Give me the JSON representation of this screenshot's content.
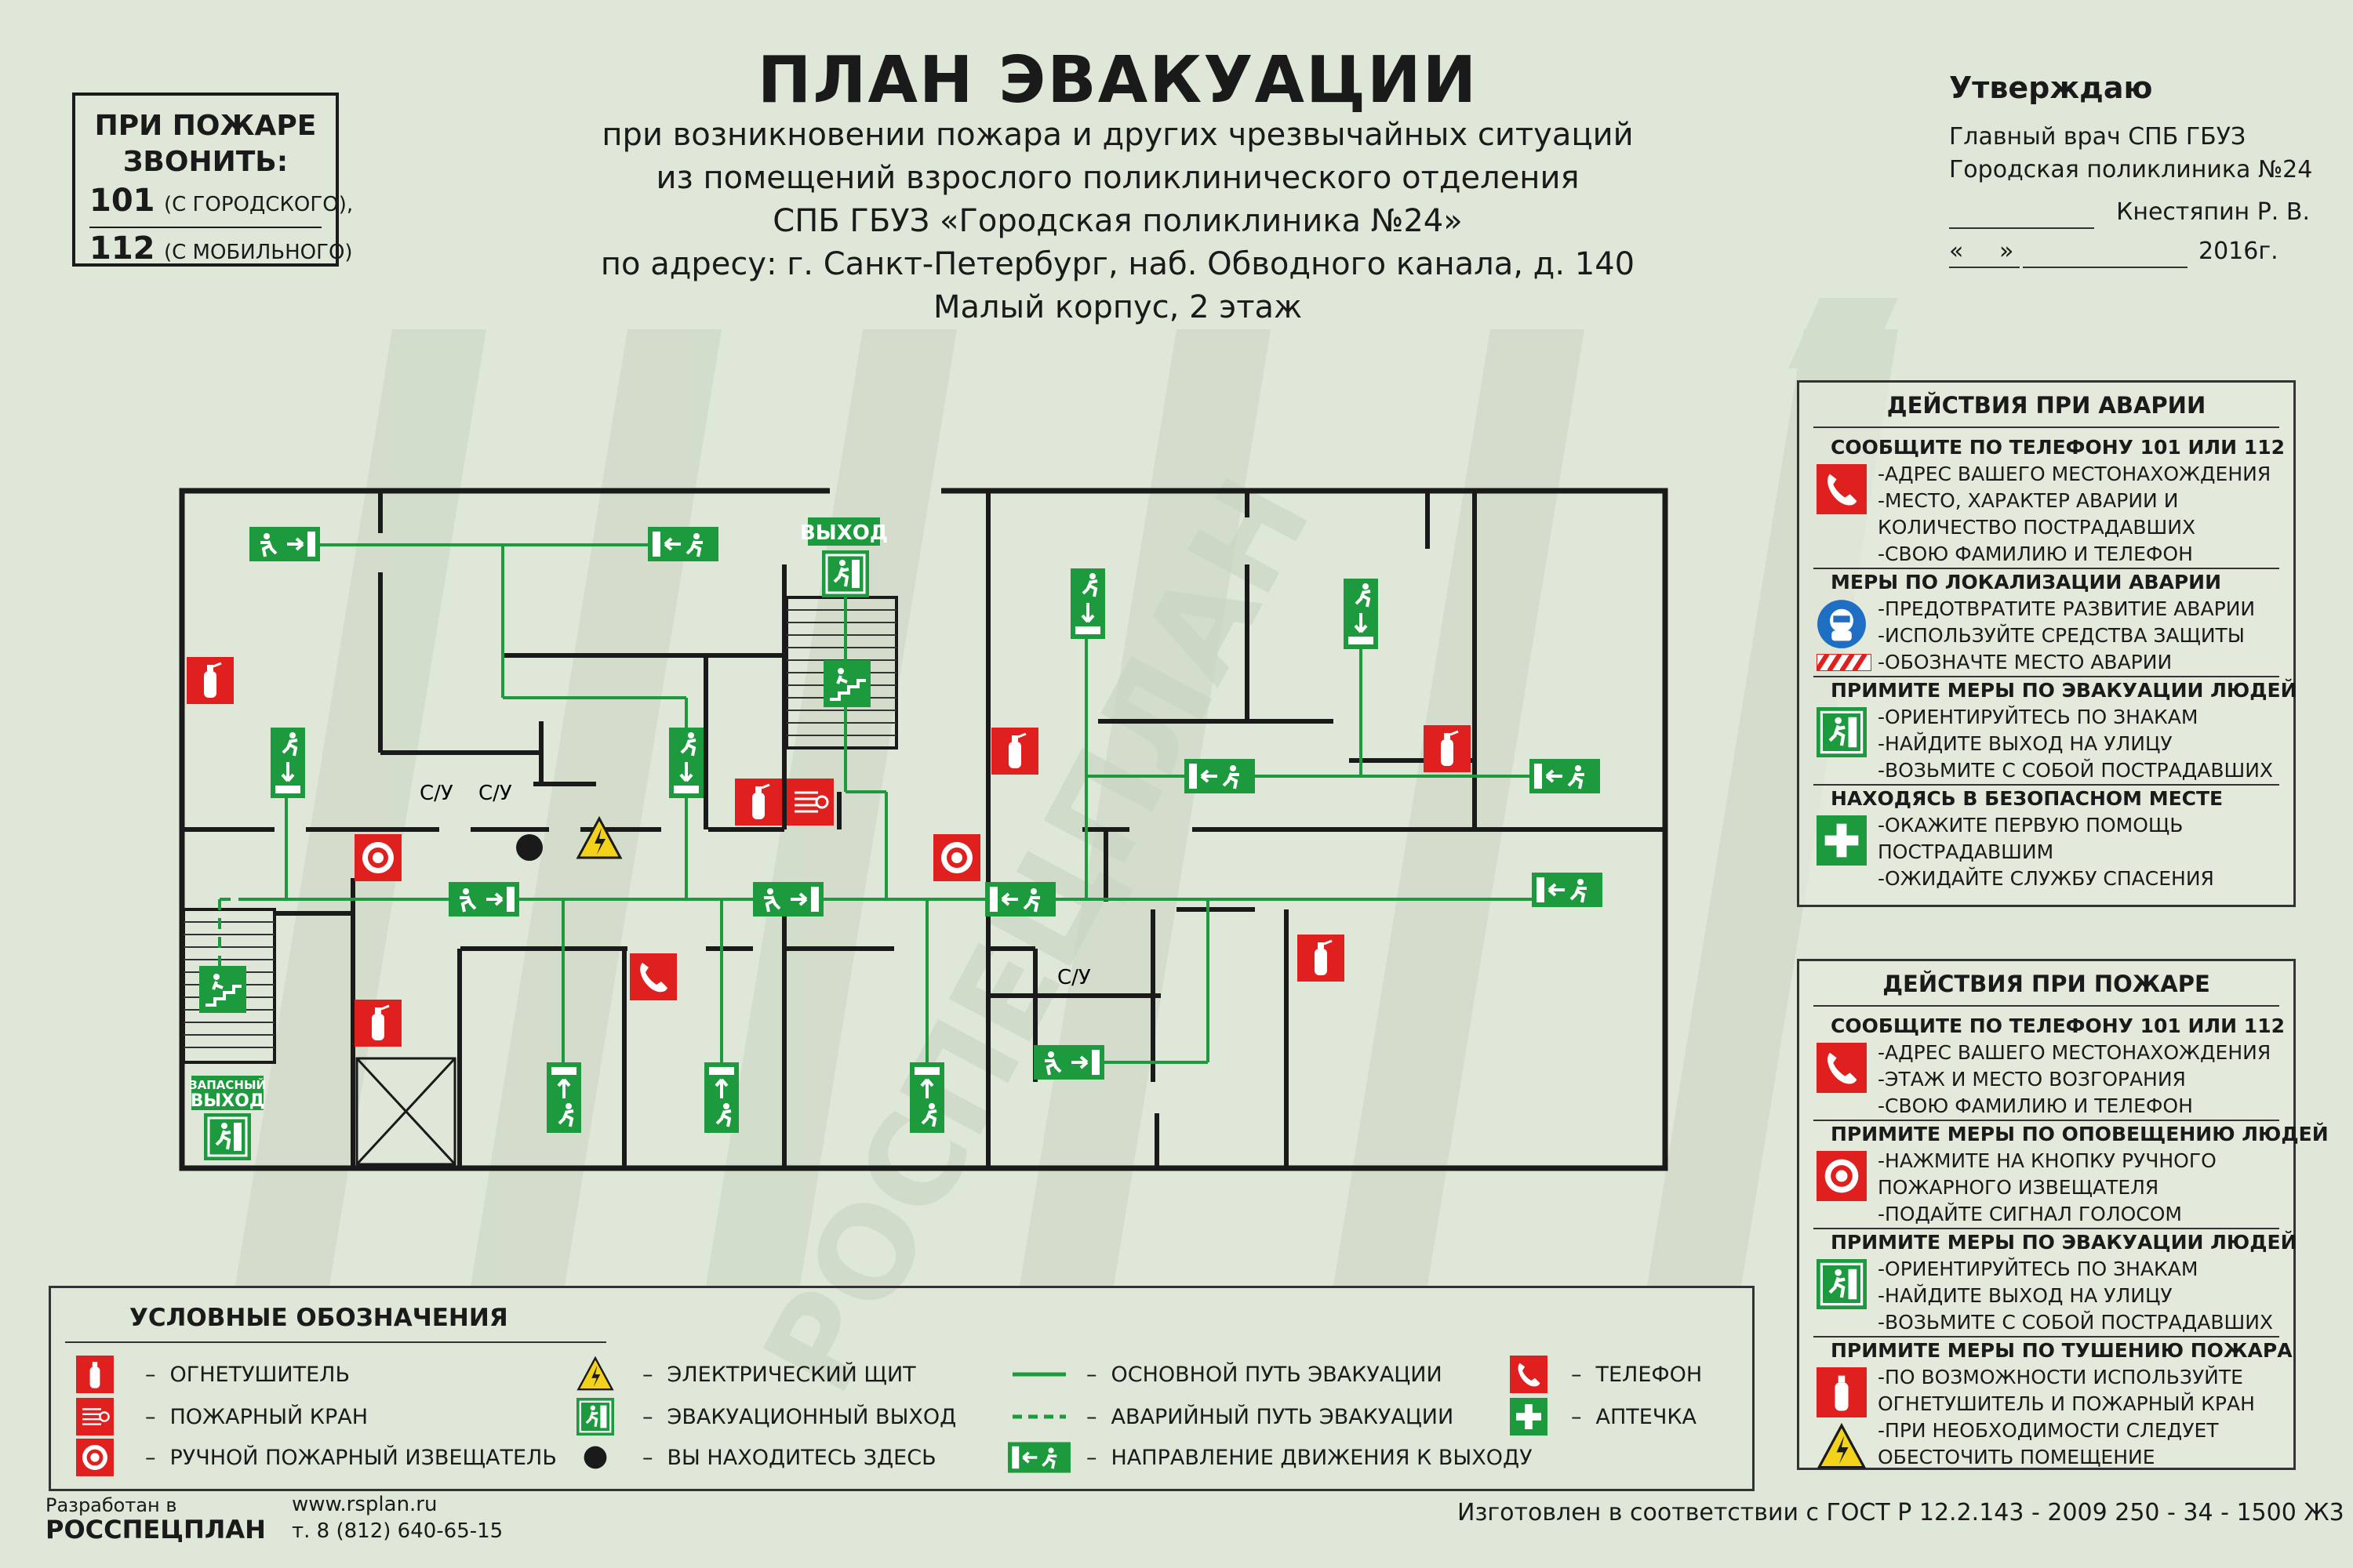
{
  "header": {
    "title": "ПЛАН ЭВАКУАЦИИ",
    "subtitle_lines": [
      "при возникновении пожара и других чрезвычайных ситуаций",
      "из помещений взрослого поликлинического отделения",
      "СПБ ГБУЗ «Городская поликлиника №24»",
      "по адресу: г. Санкт-Петербург, наб. Обводного канала, д. 140",
      "Малый корпус, 2 этаж"
    ]
  },
  "call_box": {
    "heading_line1": "ПРИ ПОЖАРЕ",
    "heading_line2": "ЗВОНИТЬ:",
    "num1": "101",
    "num1_note": "(С ГОРОДСКОГО),",
    "num2": "112",
    "num2_note": "(С МОБИЛЬНОГО)"
  },
  "approval": {
    "heading": "Утверждаю",
    "line1": "Главный врач СПБ ГБУЗ",
    "line2": "Городская поликлиника №24",
    "signer": "Кнестяпин Р. В.",
    "quote_open": "«",
    "quote_close": "»",
    "year": "2016г."
  },
  "plan": {
    "exit_label": "ВЫХОД",
    "spare_exit_line1": "ЗАПАСНЫЙ",
    "spare_exit_line2": "ВЫХОД",
    "wc": "С/У",
    "watermark": "РОСПЕЦПЛАН"
  },
  "accident_panel": {
    "heading": "ДЕЙСТВИЯ ПРИ АВАРИИ",
    "sections": [
      {
        "title": "СООБЩИТЕ ПО ТЕЛЕФОНУ  101 ИЛИ 112",
        "icon": "phone-icon",
        "lines": [
          "-АДРЕС ВАШЕГО МЕСТОНАХОЖДЕНИЯ",
          "-МЕСТО, ХАРАКТЕР АВАРИИ И",
          " КОЛИЧЕСТВО ПОСТРАДАВШИХ",
          "-СВОЮ ФАМИЛИЮ И  ТЕЛЕФОН"
        ]
      },
      {
        "title": "МЕРЫ ПО ЛОКАЛИЗАЦИИ АВАРИИ",
        "icon": "protection-icon",
        "lines": [
          "-ПРЕДОТВРАТИТЕ РАЗВИТИЕ АВАРИИ",
          "-ИСПОЛЬЗУЙТЕ СРЕДСТВА ЗАЩИТЫ",
          "-ОБОЗНАЧТЕ МЕСТО АВАРИИ"
        ]
      },
      {
        "title": "ПРИМИТЕ МЕРЫ ПО ЭВАКУАЦИИ ЛЮДЕЙ",
        "icon": "exit-icon",
        "lines": [
          "-ОРИЕНТИРУЙТЕСЬ ПО ЗНАКАМ",
          "-НАЙДИТЕ ВЫХОД НА УЛИЦУ",
          "-ВОЗЬМИТЕ С СОБОЙ ПОСТРАДАВШИХ"
        ]
      },
      {
        "title": "НАХОДЯСЬ В БЕЗОПАСНОМ МЕСТЕ",
        "icon": "first-aid-icon",
        "lines": [
          "-ОКАЖИТЕ ПЕРВУЮ ПОМОЩЬ",
          " ПОСТРАДАВШИМ",
          "-ОЖИДАЙТЕ СЛУЖБУ СПАСЕНИЯ"
        ]
      }
    ]
  },
  "fire_panel": {
    "heading": "ДЕЙСТВИЯ ПРИ ПОЖАРЕ",
    "sections": [
      {
        "title": "СООБЩИТЕ ПО ТЕЛЕФОНУ  101 ИЛИ 112",
        "icon": "phone-icon",
        "lines": [
          "-АДРЕС ВАШЕГО МЕСТОНАХОЖДЕНИЯ",
          "-ЭТАЖ И МЕСТО ВОЗГОРАНИЯ",
          "-СВОЮ ФАМИЛИЮ И  ТЕЛЕФОН"
        ]
      },
      {
        "title": "ПРИМИТЕ МЕРЫ ПО ОПОВЕЩЕНИЮ ЛЮДЕЙ",
        "icon": "alarm-icon",
        "lines": [
          "-НАЖМИТЕ НА КНОПКУ РУЧНОГО",
          " ПОЖАРНОГО ИЗВЕЩАТЕЛЯ",
          "-ПОДАЙТЕ СИГНАЛ ГОЛОСОМ"
        ]
      },
      {
        "title": "ПРИМИТЕ МЕРЫ ПО ЭВАКУАЦИИ ЛЮДЕЙ",
        "icon": "exit-icon",
        "lines": [
          "-ОРИЕНТИРУЙТЕСЬ ПО ЗНАКАМ",
          "-НАЙДИТЕ ВЫХОД НА УЛИЦУ",
          "-ВОЗЬМИТЕ С СОБОЙ ПОСТРАДАВШИХ"
        ]
      },
      {
        "title": "ПРИМИТЕ МЕРЫ ПО ТУШЕНИЮ ПОЖАРА",
        "icon": "extinguisher-icon",
        "lines": [
          "-ПО ВОЗМОЖНОСТИ ИСПОЛЬЗУЙТЕ",
          " ОГНЕТУШИТЕЛЬ И ПОЖАРНЫЙ КРАН",
          "-ПРИ НЕОБХОДИМОСТИ СЛЕДУЕТ",
          " ОБЕСТОЧИТЬ ПОМЕЩЕНИЕ"
        ]
      }
    ]
  },
  "legend": {
    "heading": "УСЛОВНЫЕ ОБОЗНАЧЕНИЯ",
    "dash": "–",
    "items": {
      "extinguisher": "ОГНЕТУШИТЕЛЬ",
      "hydrant": "ПОЖАРНЫЙ КРАН",
      "alarm": "РУЧНОЙ ПОЖАРНЫЙ ИЗВЕЩАТЕЛЬ",
      "electric": "ЭЛЕКТРИЧЕСКИЙ ЩИТ",
      "exit": "ЭВАКУАЦИОННЫЙ ВЫХОД",
      "here": "ВЫ НАХОДИТЕСЬ ЗДЕСЬ",
      "main_path": "ОСНОВНОЙ ПУТЬ ЭВАКУАЦИИ",
      "emergency_path": "АВАРИЙНЫЙ ПУТЬ ЭВАКУАЦИИ",
      "direction": "НАПРАВЛЕНИЕ ДВИЖЕНИЯ К ВЫХОДУ",
      "phone": "ТЕЛЕФОН",
      "aid": "АПТЕЧКА"
    }
  },
  "footer": {
    "dev_line1": "Разработан в",
    "dev_line2": "РОССПЕЦПЛАН",
    "site": "www.rsplan.ru",
    "phone": "т. 8 (812) 640-65-15",
    "gost": "Изготовлен в соответствии с ГОСТ Р 12.2.143 - 2009 250 - 34 - 1500 Ж3"
  },
  "colors": {
    "green": "#1d9a3e",
    "red": "#e0201f",
    "yellow": "#f2d21b",
    "wall": "#1a1a1a"
  }
}
